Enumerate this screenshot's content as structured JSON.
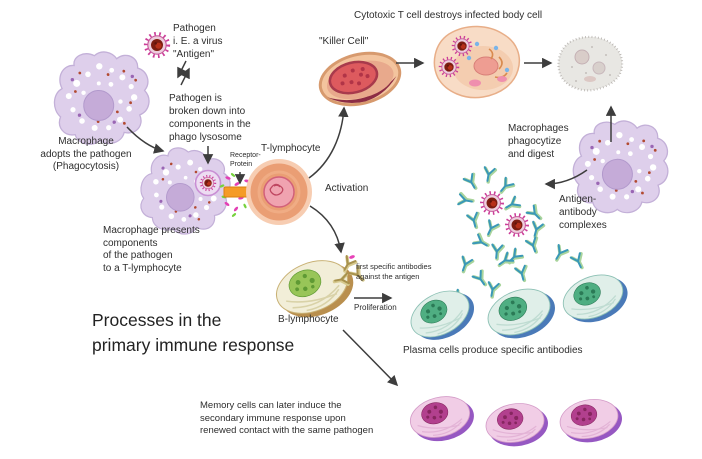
{
  "title": "Processes in the\nprimary immune response",
  "labels": {
    "pathogen": "Pathogen\ni. E. a virus\n\"Antigen\"",
    "pathogen_breakdown": "Pathogen is\nbroken down into\ncomponents in the\nphago lysosome",
    "macrophage_adopts": "Macrophage\nadopts the pathogen\n(Phagocytosis)",
    "receptor_protein": "Receptor-\nProtein",
    "t_lymphocyte": "T-lymphocyte",
    "macrophage_presents": "Macrophage presents\ncomponents\nof the pathogen\nto a T-lymphocyte",
    "activation": "Activation",
    "cytotoxic": "Cytotoxic T cell destroys infected body cell",
    "killer_cell": "\"Killer Cell\"",
    "macrophages_phagocytize": "Macrophages\nphagocytize\nand digest",
    "antigen_antibody": "Antigen-\nantibody\ncomplexes",
    "first_antibodies": "first specific antibodies\nagainst the antigen",
    "proliferation": "Proliferation",
    "b_lymphocyte": "B-lymphocyte",
    "plasma_cells": "Plasma cells produce specific antibodies",
    "memory_cells": "Memory cells can later induce the\nsecondary immune response upon\nrenewed contact with the same pathogen"
  },
  "colors": {
    "background": "#ffffff",
    "macrophage_body": "#decfeb",
    "macrophage_nucleus": "#c5abd8",
    "virus_spikes": "#cc3d99",
    "virus_core": "#7c1d10",
    "t_cell_body": "#ea9e74",
    "killer_cell_nucleus": "#dd5a5e",
    "infected_cell_body": "#f8dcc6",
    "destroyed_cell": "#e8e7e3",
    "b_cell_nucleus": "#98c558",
    "plasma_cell_rim": "#4a7ab8",
    "plasma_cell_nucleus": "#4fae82",
    "memory_cell_rim": "#9658c2",
    "memory_cell_nucleus": "#b2408e",
    "antibody": "#3a98b8",
    "receptor": "#f59b26",
    "arrow": "#3d3d3d",
    "text": "#2e2e2e"
  }
}
